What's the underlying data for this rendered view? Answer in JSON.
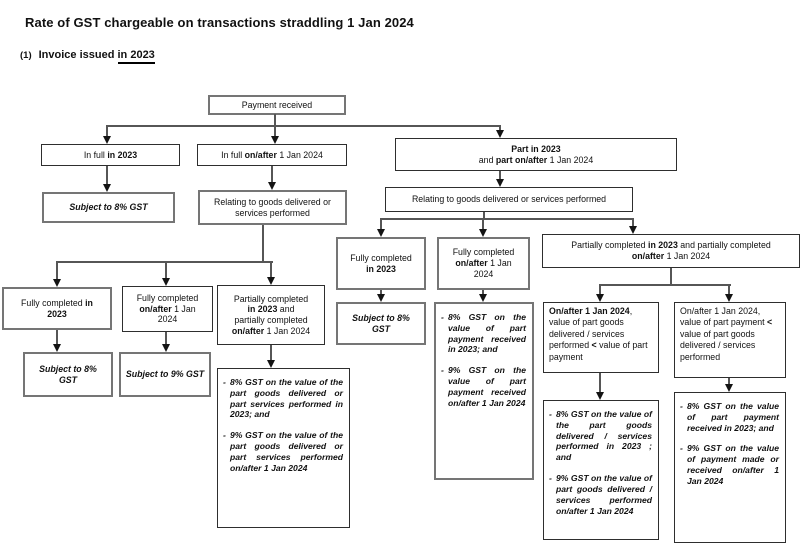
{
  "page": {
    "title": "Rate of GST chargeable on transactions straddling 1 Jan 2024",
    "heading": {
      "num": "(1)",
      "pre": "Invoice issued ",
      "underlined": "in 2023"
    }
  },
  "palette": {
    "line": "#565656",
    "arrow": "#141414",
    "border_gray": "#757575",
    "border_dark": "#2e2e2e",
    "text": "#111111"
  },
  "nodes": {
    "payment": {
      "text": "Payment received"
    },
    "in_full_2023": {
      "pre": "In full ",
      "bold": "in 2023"
    },
    "in_full_2024": {
      "pre": "In full ",
      "bold": "on/after",
      "post": " 1 Jan 2024"
    },
    "part": {
      "l1": "Part in 2023",
      "l2a": "and ",
      "l2b": "part on/after",
      "l2c": " 1 Jan 2024"
    },
    "subject8_a": {
      "text": "Subject to 8% GST"
    },
    "relating_left": {
      "text": "Relating to goods delivered or services performed"
    },
    "relating_mid": {
      "text": "Relating to goods delivered or services performed"
    },
    "fully2023_a": {
      "l1a": "Fully completed ",
      "l1b": "in",
      "l2b": "2023"
    },
    "fully2024_a": {
      "l1": "Fully completed",
      "l2b": "on/after",
      "l2c": " 1 Jan",
      "l3": "2024"
    },
    "partially_a": {
      "l1": "Partially completed",
      "l2b": "in 2023",
      "l2c": " and",
      "l3": "partially completed",
      "l4b": "on/after",
      "l4c": " 1 Jan 2024"
    },
    "subject8_b": {
      "text": "Subject to 8% GST"
    },
    "subject9": {
      "text": "Subject to 9% GST"
    },
    "fully2023_b": {
      "l1": "Fully completed",
      "l2b": "in 2023"
    },
    "fully2024_b": {
      "l1": "Fully completed",
      "l2b": "on/after",
      "l2c": " 1 Jan",
      "l3": "2024"
    },
    "partially_b": {
      "l1a": "Partially completed ",
      "l1b": "in 2023",
      "l1c": "  and partially completed",
      "l2b": "on/after",
      "l2c": " 1 Jan 2024"
    },
    "subject8_c": {
      "text": "Subject to 8% GST"
    },
    "onafter_goods_lt": {
      "b1": "On/after 1 Jan 2024",
      "p1": ", value of part goods delivered / services performed ",
      "b2": "<",
      "p2": " value of part payment"
    },
    "onafter_pay_lt": {
      "p1": "On/after 1 Jan 2024, value of part payment ",
      "b1": "<",
      "p2": " value of part goods delivered / services performed"
    }
  },
  "results": {
    "goods_a": {
      "items": [
        {
          "b": "-",
          "t": "8% GST on the value of the part goods delivered or part services performed in 2023; and"
        },
        {
          "b": "-",
          "t": "9% GST on the value of the part goods delivered or part services performed on/after 1 Jan 2024"
        }
      ]
    },
    "payment_a": {
      "items": [
        {
          "b": "-",
          "t": "8% GST on the value of part payment received in 2023; and"
        },
        {
          "b": "-",
          "t": "9% GST on the value of part payment received on/after 1 Jan 2024"
        }
      ]
    },
    "goods_b": {
      "items": [
        {
          "b": "-",
          "t": "8% GST on the value of the part goods delivered / services performed in 2023 ; and"
        },
        {
          "b": "-",
          "t": "9% GST on the value of part goods delivered / services performed on/after 1 Jan 2024"
        }
      ]
    },
    "payment_b": {
      "items": [
        {
          "b": "-",
          "t": "8% GST on the value of part payment received in 2023; and"
        },
        {
          "b": "-",
          "t": "9% GST on the value of payment made or received on/after 1 Jan 2024"
        }
      ]
    }
  }
}
